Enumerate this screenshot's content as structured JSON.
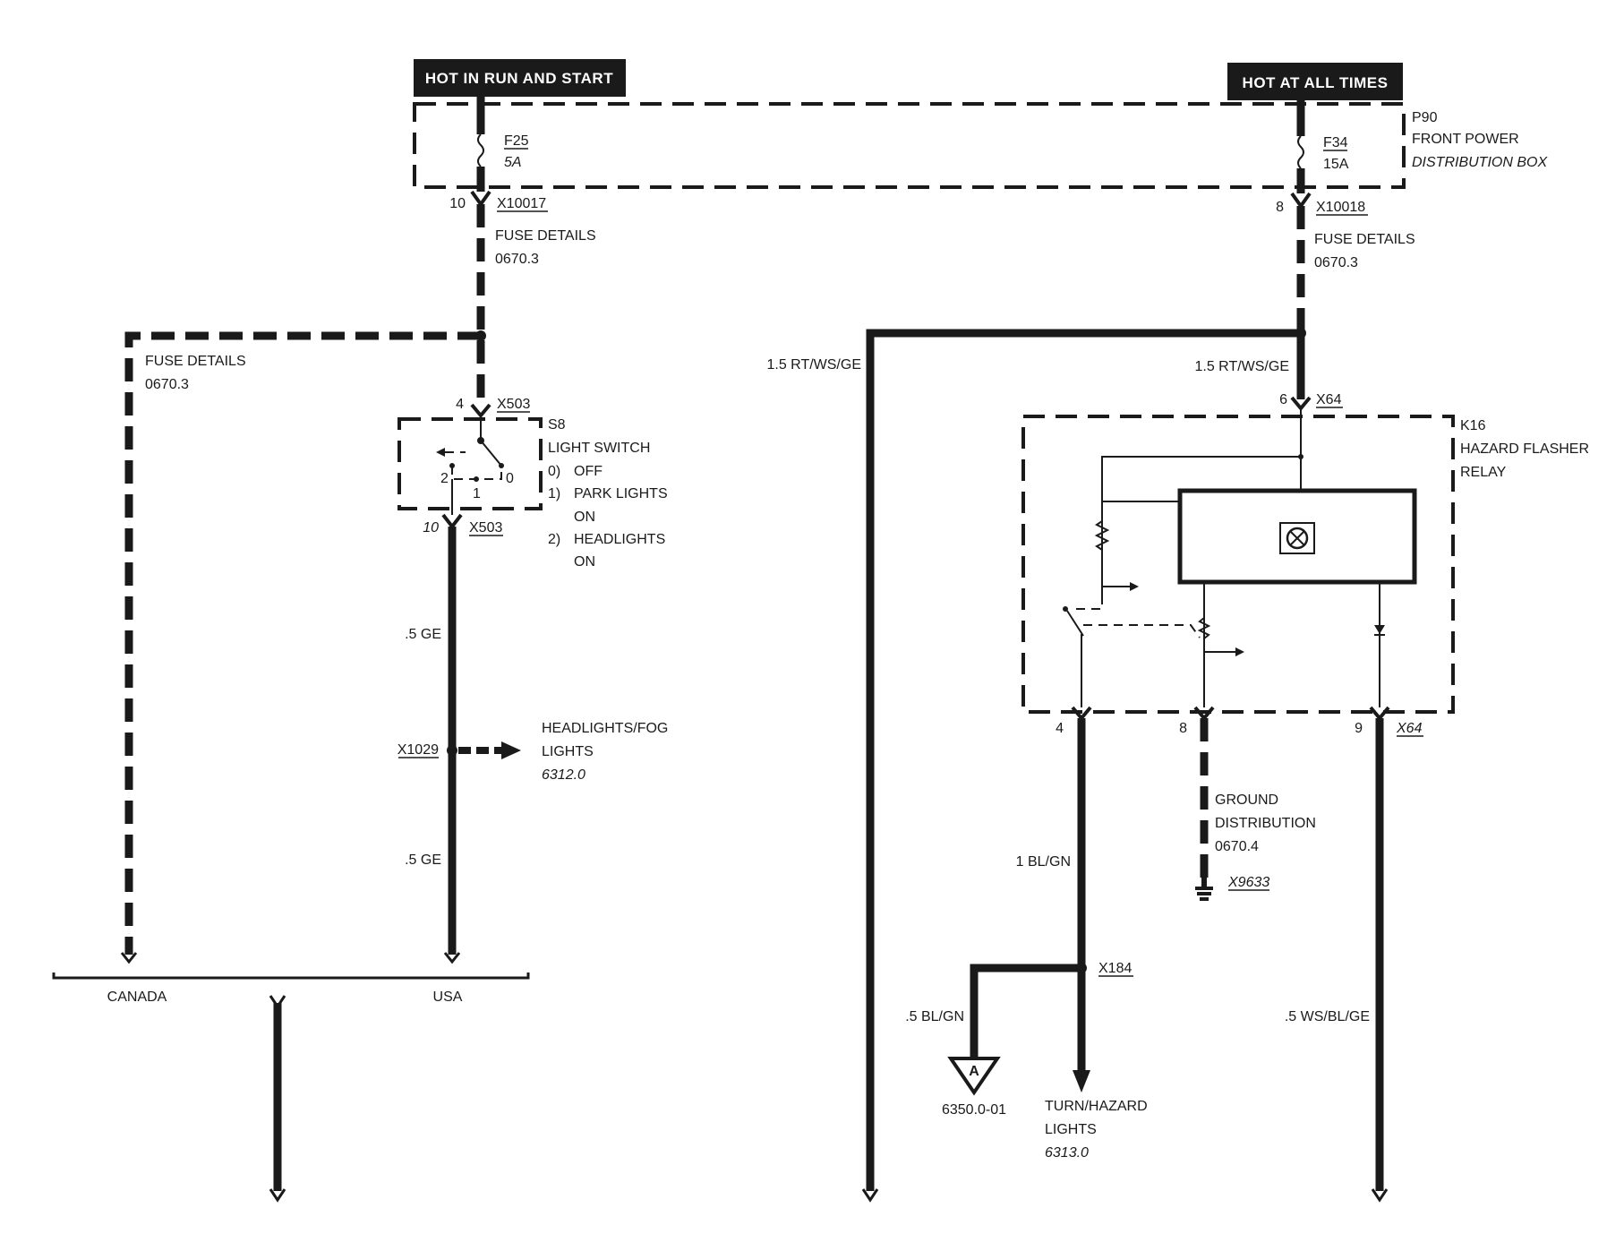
{
  "headers": {
    "run_start": "HOT IN RUN AND START",
    "all_times": "HOT AT ALL TIMES"
  },
  "power_box": {
    "id": "P90",
    "name_line1": "FRONT POWER",
    "name_line2": "DISTRIBUTION BOX"
  },
  "fuses": {
    "f25": {
      "name": "F25",
      "rating": "5A",
      "pin": "10",
      "connector": "X10017"
    },
    "f34": {
      "name": "F34",
      "rating": "15A",
      "pin": "8",
      "connector": "X10018"
    }
  },
  "fuse_details": {
    "label": "FUSE DETAILS",
    "page": "0670.3"
  },
  "light_switch": {
    "id": "S8",
    "name": "LIGHT SWITCH",
    "connector": "X503",
    "pin_in": "4",
    "pin_out": "10",
    "positions_marks": [
      "2",
      "1",
      "0"
    ],
    "states": [
      {
        "num": "0)",
        "line1": "OFF",
        "line2": ""
      },
      {
        "num": "1)",
        "line1": "PARK LIGHTS",
        "line2": "ON"
      },
      {
        "num": "2)",
        "line1": "HEADLIGHTS",
        "line2": "ON"
      }
    ]
  },
  "left_wires": {
    "ge_upper": ".5 GE",
    "ge_lower": ".5 GE",
    "splice": "X1029"
  },
  "headlights_ref": {
    "line1": "HEADLIGHTS/FOG",
    "line2": "LIGHTS",
    "page": "6312.0"
  },
  "bus": {
    "canada": "CANADA",
    "usa": "USA"
  },
  "right_wires": {
    "left_trunk": "1.5 RT/WS/GE",
    "relay_feed": "1.5 RT/WS/GE",
    "turn_wire": "1 BL/GN",
    "branch_wire": ".5 BL/GN",
    "ws_wire": ".5 WS/BL/GE"
  },
  "relay": {
    "id": "K16",
    "name_line1": "HAZARD FLASHER",
    "name_line2": "RELAY",
    "connector": "X64",
    "pin_in": "6",
    "pin_4": "4",
    "pin_8": "8",
    "pin_9": "9"
  },
  "ground": {
    "line1": "GROUND",
    "line2": "DISTRIBUTION",
    "page": "0670.4",
    "id": "X9633"
  },
  "splice_x184": "X184",
  "offpage_a": {
    "letter": "A",
    "page": "6350.0-01"
  },
  "turn_hazard": {
    "line1": "TURN/HAZARD",
    "line2": "LIGHTS",
    "page": "6313.0"
  }
}
